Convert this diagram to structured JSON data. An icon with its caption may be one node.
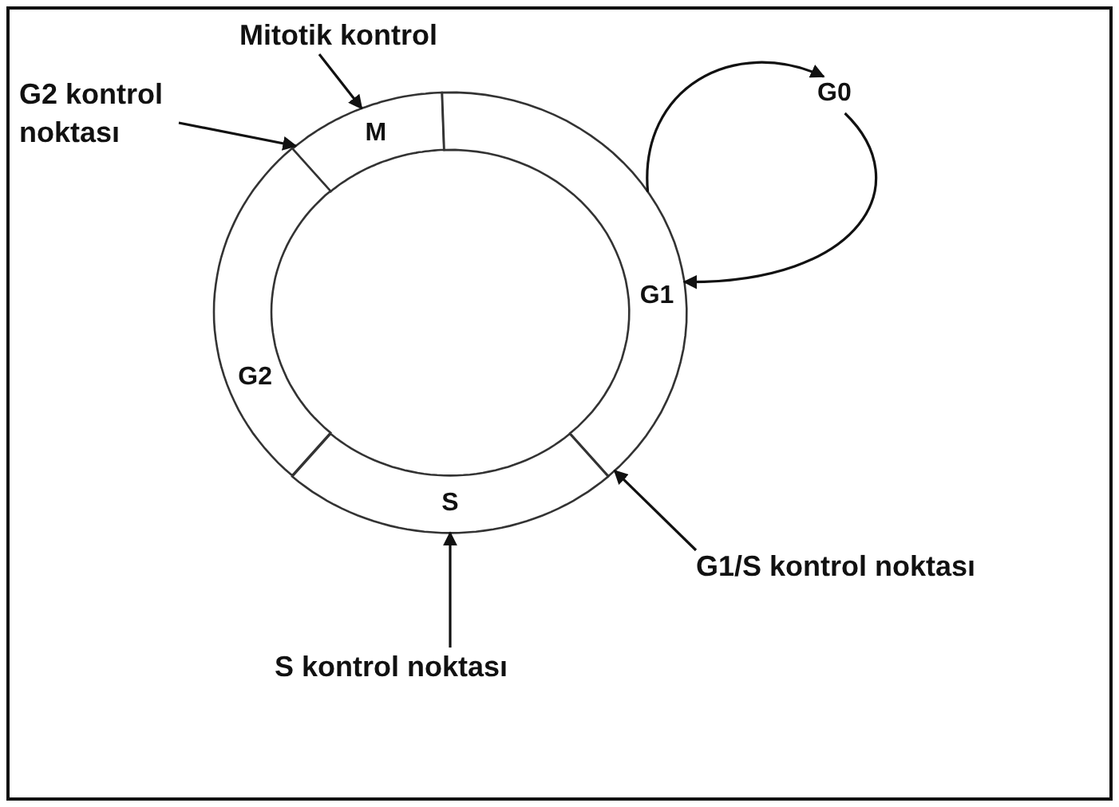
{
  "diagram": {
    "nodes": [
      {
        "text": [
          "Mitotik kontrol"
        ]
      },
      {
        "text": [
          "G0"
        ]
      },
      {
        "text": [
          "G2 kontrol noktası"
        ]
      },
      {
        "text": [
          "M"
        ]
      },
      {
        "text": [
          "G1"
        ]
      },
      {
        "text": [
          "G2"
        ]
      },
      {
        "text": [
          "S"
        ]
      },
      {
        "text": [
          "G1/S kontrol noktası"
        ]
      },
      {
        "text": [
          "S kontrol noktası"
        ]
      }
    ],
    "edges": [
      {
        "from": 0,
        "to": 3,
        "arrow": "to"
      },
      {
        "from": 2,
        "to": 3,
        "arrow": "to"
      },
      {
        "from": 4,
        "to": 1,
        "arrow": "to"
      },
      {
        "from": 1,
        "to": 4,
        "arrow": "to"
      },
      {
        "from": 7,
        "to": 4,
        "arrow": "to"
      },
      {
        "from": 8,
        "to": 6,
        "arrow": "to"
      }
    ]
  }
}
